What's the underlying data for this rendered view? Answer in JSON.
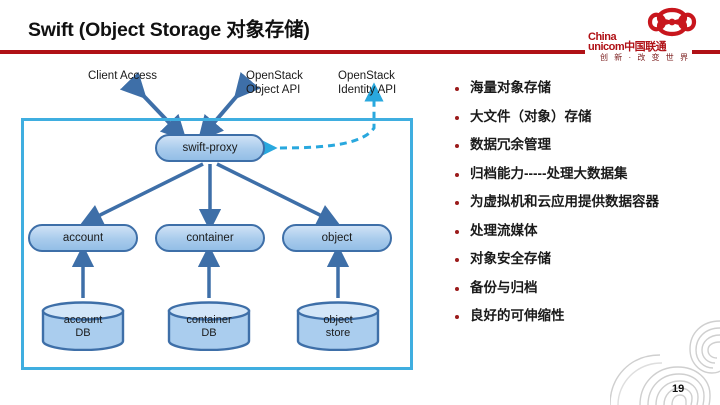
{
  "slide": {
    "title": "Swift (Object Storage 对象存储)",
    "page_number": "19",
    "accent_red": "#B01116",
    "frame_blue": "#3FAEE0",
    "node_border_blue": "#3E6FA8",
    "bullet_red": "#9B1B1B"
  },
  "logo": {
    "line1": "China",
    "line2_en": "unicom",
    "line2_cn": "中国联通",
    "tagline": "创 新 · 改 变 世 界"
  },
  "diagram": {
    "top_labels": [
      {
        "id": "client-access",
        "text": "Client Access"
      },
      {
        "id": "openstack-object-api",
        "line1": "OpenStack",
        "line2": "Object API"
      },
      {
        "id": "openstack-identity-api",
        "line1": "OpenStack",
        "line2": "Identity API"
      }
    ],
    "nodes": [
      {
        "id": "swift-proxy",
        "label": "swift-proxy"
      },
      {
        "id": "account",
        "label": "account"
      },
      {
        "id": "container",
        "label": "container"
      },
      {
        "id": "object",
        "label": "object"
      }
    ],
    "stores": [
      {
        "id": "account-db",
        "line1": "account",
        "line2": "DB"
      },
      {
        "id": "container-db",
        "line1": "container",
        "line2": "DB"
      },
      {
        "id": "object-store",
        "line1": "object",
        "line2": "store"
      }
    ]
  },
  "bullets": [
    "海量对象存储",
    "大文件（对象）存储",
    "数据冗余管理",
    "归档能力-----处理大数据集",
    "为虚拟机和云应用提供数据容器",
    "处理流媒体",
    "对象安全存储",
    "备份与归档",
    "良好的可伸缩性"
  ]
}
